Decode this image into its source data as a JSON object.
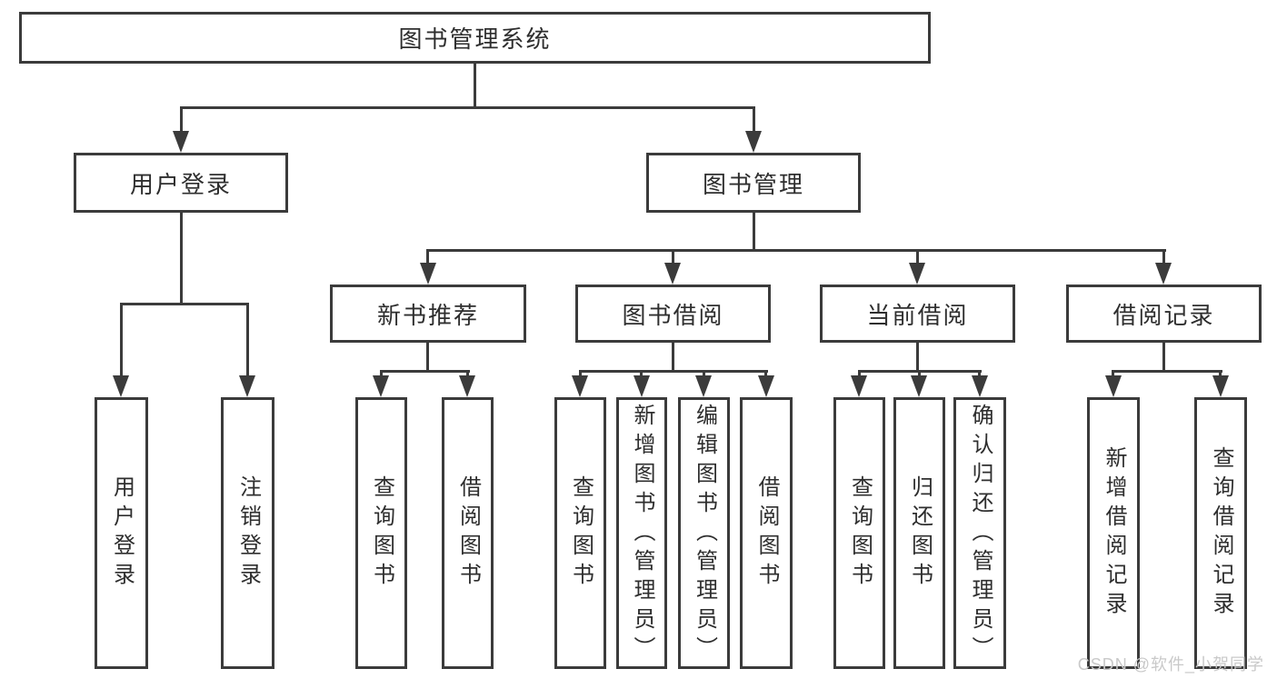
{
  "diagram": {
    "root": {
      "label": "图书管理系统"
    },
    "children": [
      {
        "label": "用户登录",
        "children": [
          {
            "label": "用户登录"
          },
          {
            "label": "注销登录"
          }
        ]
      },
      {
        "label": "图书管理",
        "children": [
          {
            "label": "新书推荐",
            "children": [
              {
                "label": "查询图书"
              },
              {
                "label": "借阅图书"
              }
            ]
          },
          {
            "label": "图书借阅",
            "children": [
              {
                "label": "查询图书"
              },
              {
                "label": "新增图书（管理员）"
              },
              {
                "label": "编辑图书（管理员）"
              },
              {
                "label": "借阅图书"
              }
            ]
          },
          {
            "label": "当前借阅",
            "children": [
              {
                "label": "查询图书"
              },
              {
                "label": "归还图书"
              },
              {
                "label": "确认归还（管理员）"
              }
            ]
          },
          {
            "label": "借阅记录",
            "children": [
              {
                "label": "新增借阅记录"
              },
              {
                "label": "查询借阅记录"
              }
            ]
          }
        ]
      }
    ]
  },
  "watermark": {
    "text": "CSDN @软件_小贺同学"
  },
  "colors": {
    "line": "#3b3b3b",
    "text": "#2e2e2e",
    "background": "#ffffff",
    "watermark": "#c9c9c9"
  }
}
